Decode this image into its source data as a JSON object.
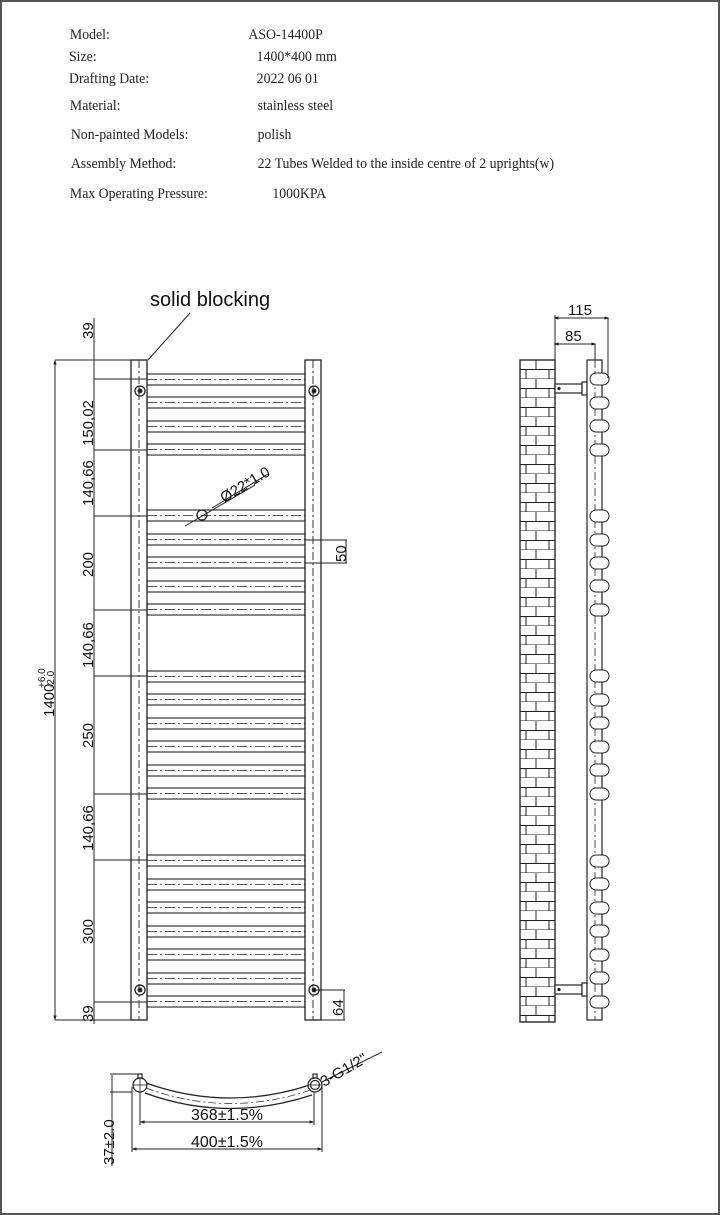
{
  "spec_sheet": {
    "rows": [
      {
        "label": "Model:",
        "value": "ASO-14400P"
      },
      {
        "label": "Size:",
        "value": "1400*400 mm"
      },
      {
        "label": "Drafting Date:",
        "value": "2022 06 01"
      },
      {
        "label": "Material:",
        "value": "stainless steel"
      },
      {
        "label": "Non-painted Models:",
        "value": "polish"
      },
      {
        "label": "Assembly Method:",
        "value": "22 Tubes Welded to the inside centre of 2 uprights(w)"
      },
      {
        "label": "Max Operating Pressure:",
        "value": "1000KPA"
      }
    ]
  },
  "front_view": {
    "callout_solid_blocking": "solid blocking",
    "tube_spec": "Ø22*1.0",
    "overall_height": "1400",
    "height_tol_plus": "+6.0",
    "height_tol_minus": "-2.0",
    "dims_left": [
      "39",
      "150,02",
      "140,66",
      "200",
      "140,66",
      "250",
      "140,66",
      "300",
      "39"
    ],
    "tube_pitch": "50",
    "bottom_bracket_offset": "64",
    "tube_groups": [
      4,
      5,
      6,
      7
    ],
    "tube_count": 22
  },
  "side_view": {
    "depth_outer": "115",
    "depth_wall_to_upright": "85",
    "icon": "brick-wall-icon"
  },
  "top_view": {
    "connection": "3-G1/2\"",
    "center_width": "368±1.5%",
    "overall_width": "400±1.5%",
    "bow_depth": "37±2.0"
  },
  "colors": {
    "line": "#222222",
    "border": "#555555",
    "background": "#ffffff"
  }
}
